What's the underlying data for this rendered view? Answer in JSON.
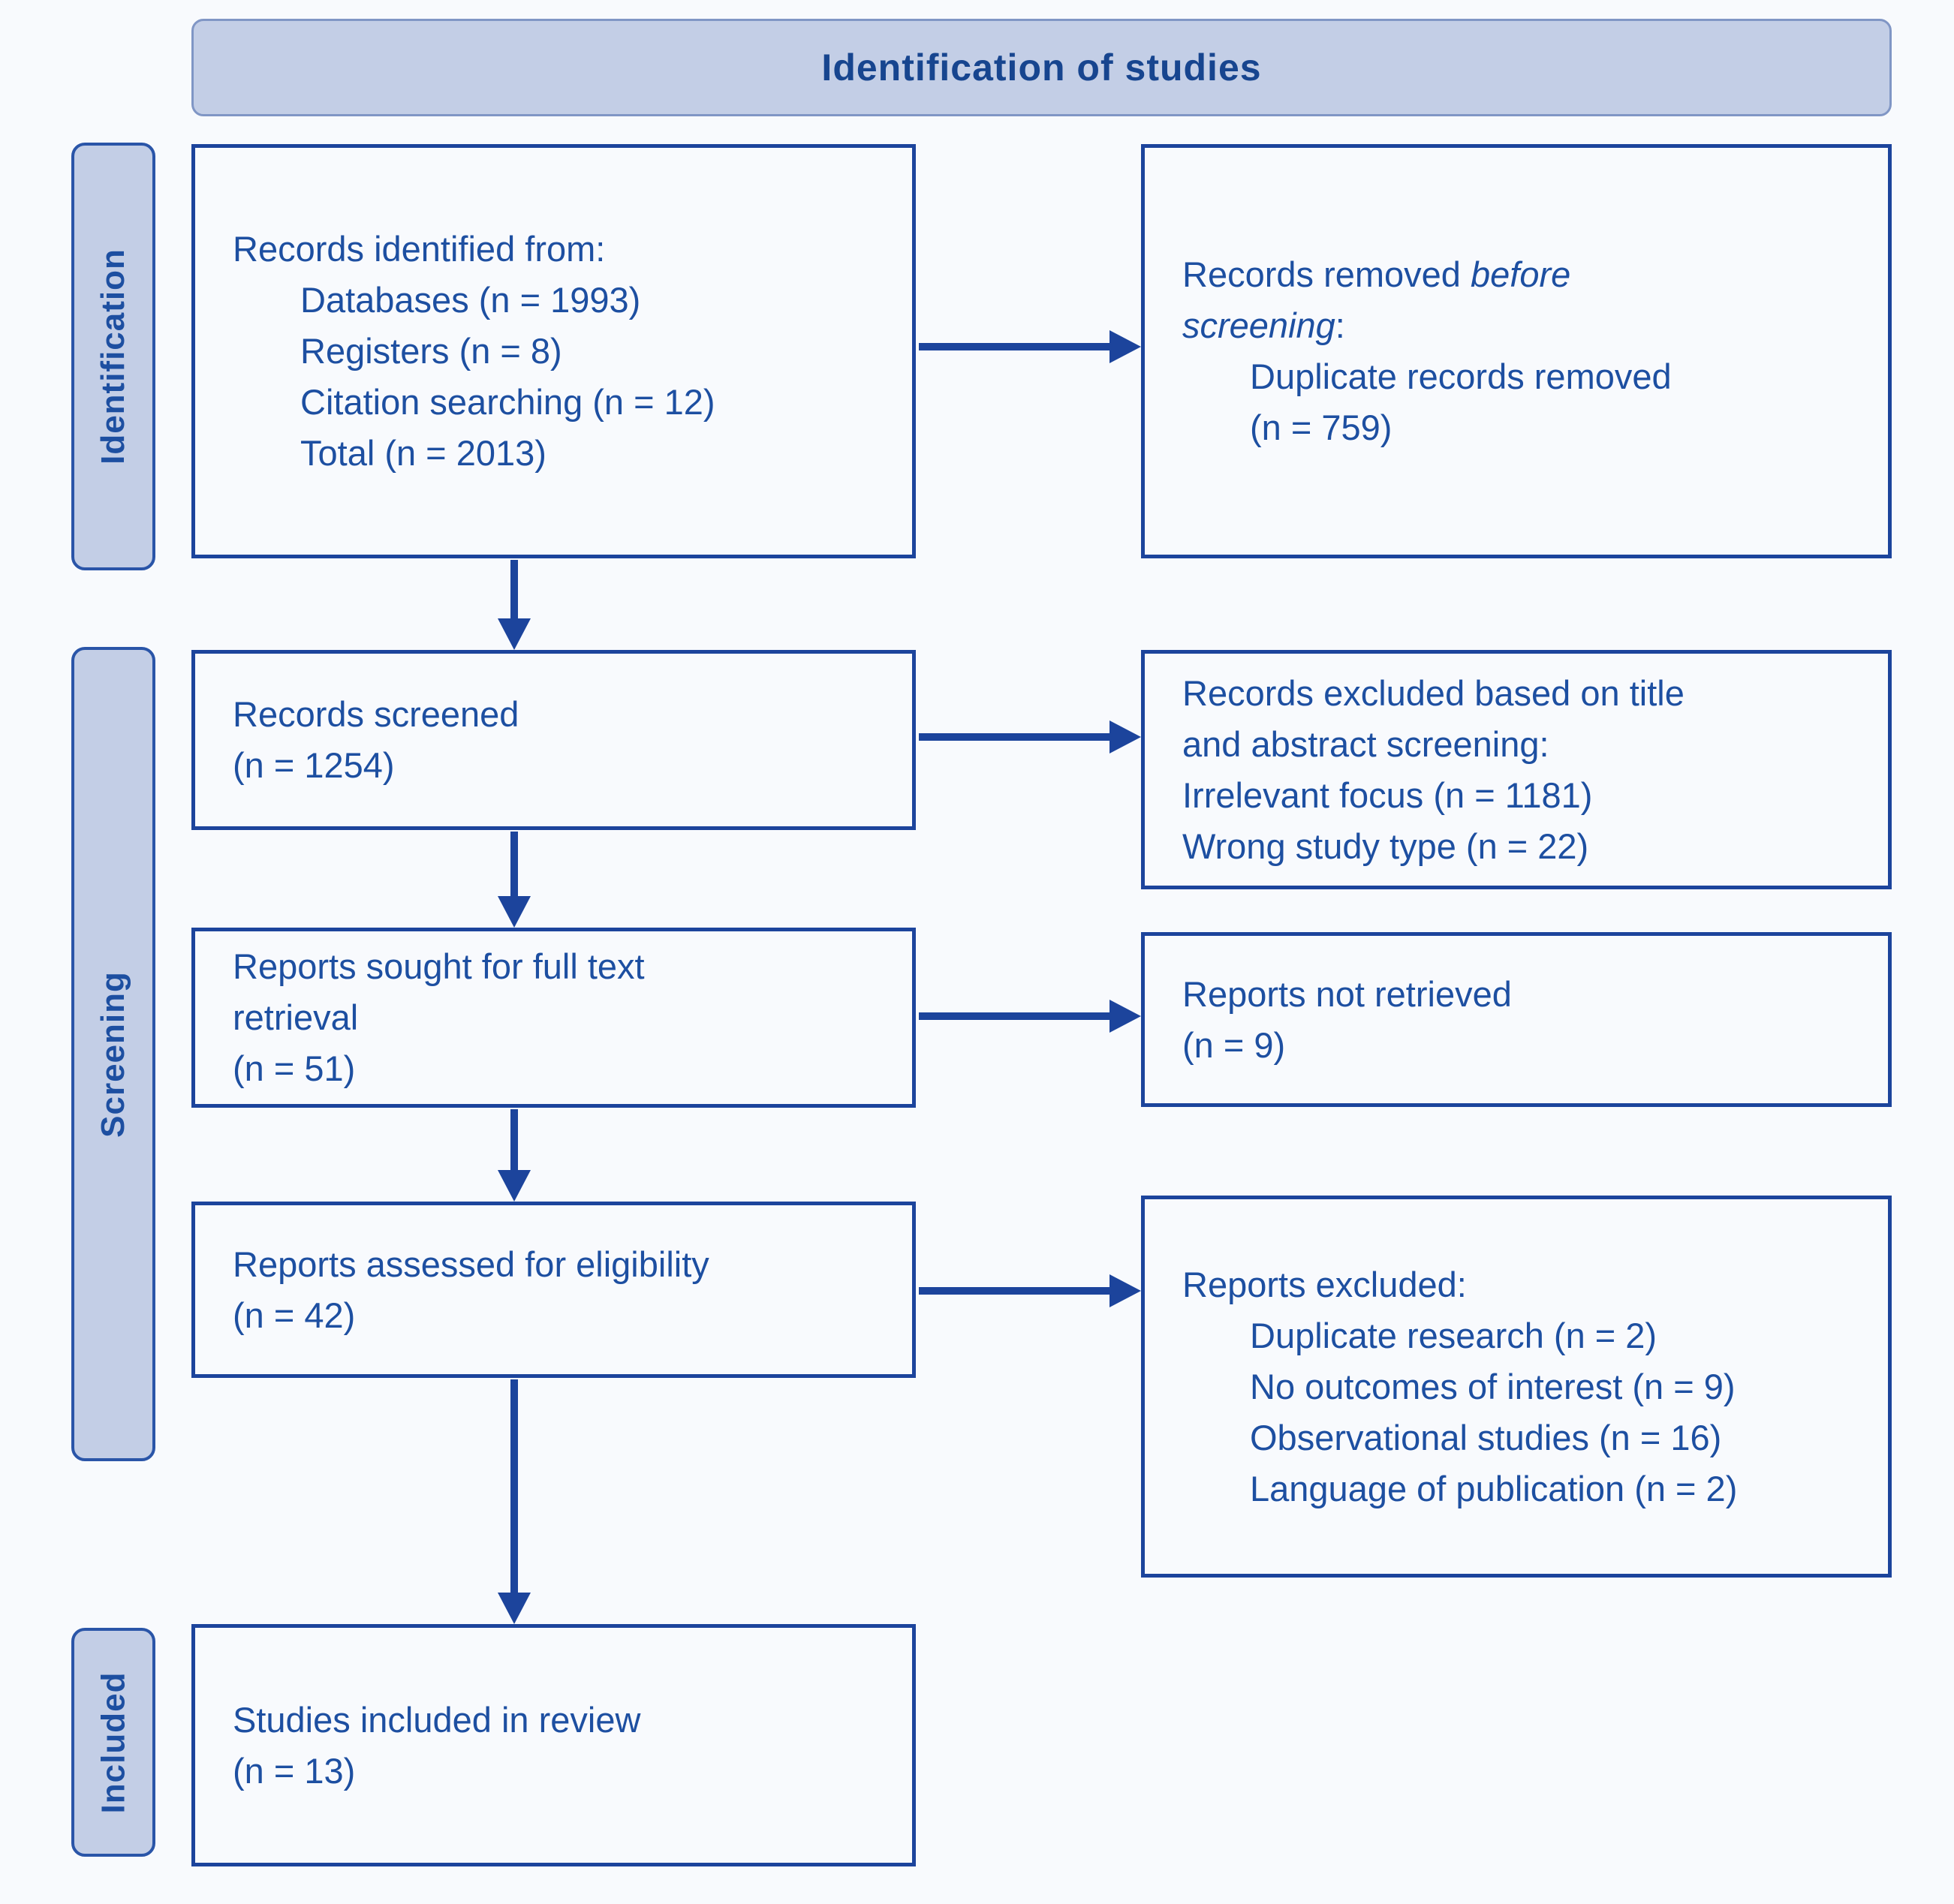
{
  "header": {
    "title": "Identification of studies"
  },
  "stages": {
    "identification": "Identification",
    "screening": "Screening",
    "included": "Included"
  },
  "boxes": {
    "records_identified": {
      "title": "Records identified from:",
      "items": [
        "Databases (n = 1993)",
        "Registers (n = 8)",
        "Citation searching (n = 12)",
        "Total (n = 2013)"
      ]
    },
    "records_removed": {
      "line1_normal": "Records removed ",
      "line1_italic": "before",
      "line2_italic": "screening",
      "line2_normal": ":",
      "items": [
        "Duplicate records removed",
        "(n = 759)"
      ]
    },
    "records_screened": {
      "lines": [
        "Records screened",
        "(n = 1254)"
      ]
    },
    "records_excluded": {
      "lines": [
        "Records excluded based on title",
        "and abstract screening:",
        "Irrelevant focus (n = 1181)",
        "Wrong study type (n = 22)"
      ]
    },
    "reports_sought": {
      "lines": [
        "Reports sought for full text",
        "retrieval",
        "(n = 51)"
      ]
    },
    "reports_not_retrieved": {
      "lines": [
        "Reports not retrieved",
        "(n = 9)"
      ]
    },
    "reports_assessed": {
      "lines": [
        "Reports assessed for eligibility",
        "(n = 42)"
      ]
    },
    "reports_excluded": {
      "title": "Reports excluded:",
      "items": [
        "Duplicate research (n = 2)",
        "No outcomes of interest (n = 9)",
        "Observational studies (n = 16)",
        "Language of publication (n = 2)"
      ]
    },
    "studies_included": {
      "lines": [
        "Studies included in review",
        "(n = 13)"
      ]
    }
  },
  "colors": {
    "background": "#f8fafd",
    "box_border": "#1c449c",
    "text": "#1d4fa1",
    "banner_fill": "#c3cee6",
    "banner_border": "#8096c5",
    "stage_border": "#2a55a8",
    "header_text": "#17458f",
    "arrow": "#1c449c"
  }
}
